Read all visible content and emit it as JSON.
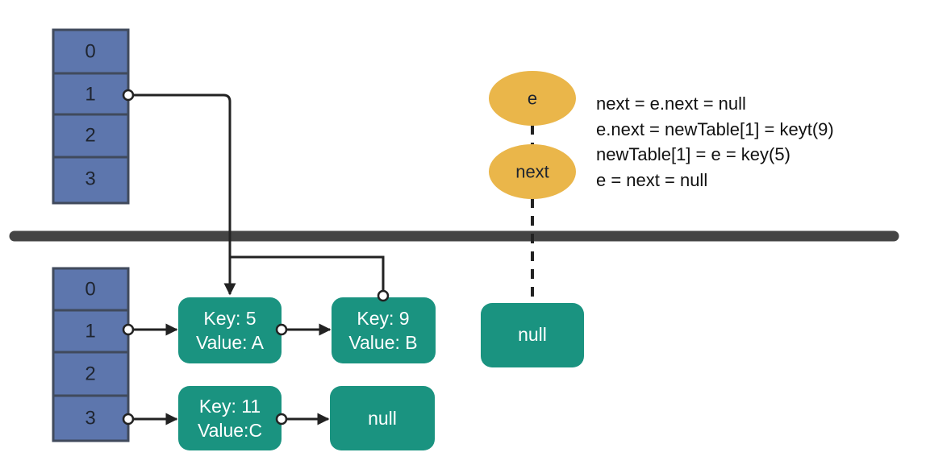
{
  "old_table": {
    "indices": [
      "0",
      "1",
      "2",
      "3"
    ]
  },
  "new_table": {
    "indices": [
      "0",
      "1",
      "2",
      "3"
    ]
  },
  "nodes": {
    "key5": {
      "key": "Key: 5",
      "value": "Value: A"
    },
    "key9": {
      "key": "Key: 9",
      "value": "Value: B"
    },
    "key11": {
      "key": "Key: 11",
      "value": "Value:C"
    },
    "null_row3": "null",
    "null_right": "null"
  },
  "pointers": {
    "e": "e",
    "next": "next"
  },
  "code_lines": [
    "next = e.next = null",
    "e.next = newTable[1] = keyt(9)",
    "newTable[1] = e = key(5)",
    "e = next = null"
  ],
  "colors": {
    "table_cell": "#5d76ad",
    "node": "#1a9380",
    "pointer_oval": "#eab64a"
  }
}
